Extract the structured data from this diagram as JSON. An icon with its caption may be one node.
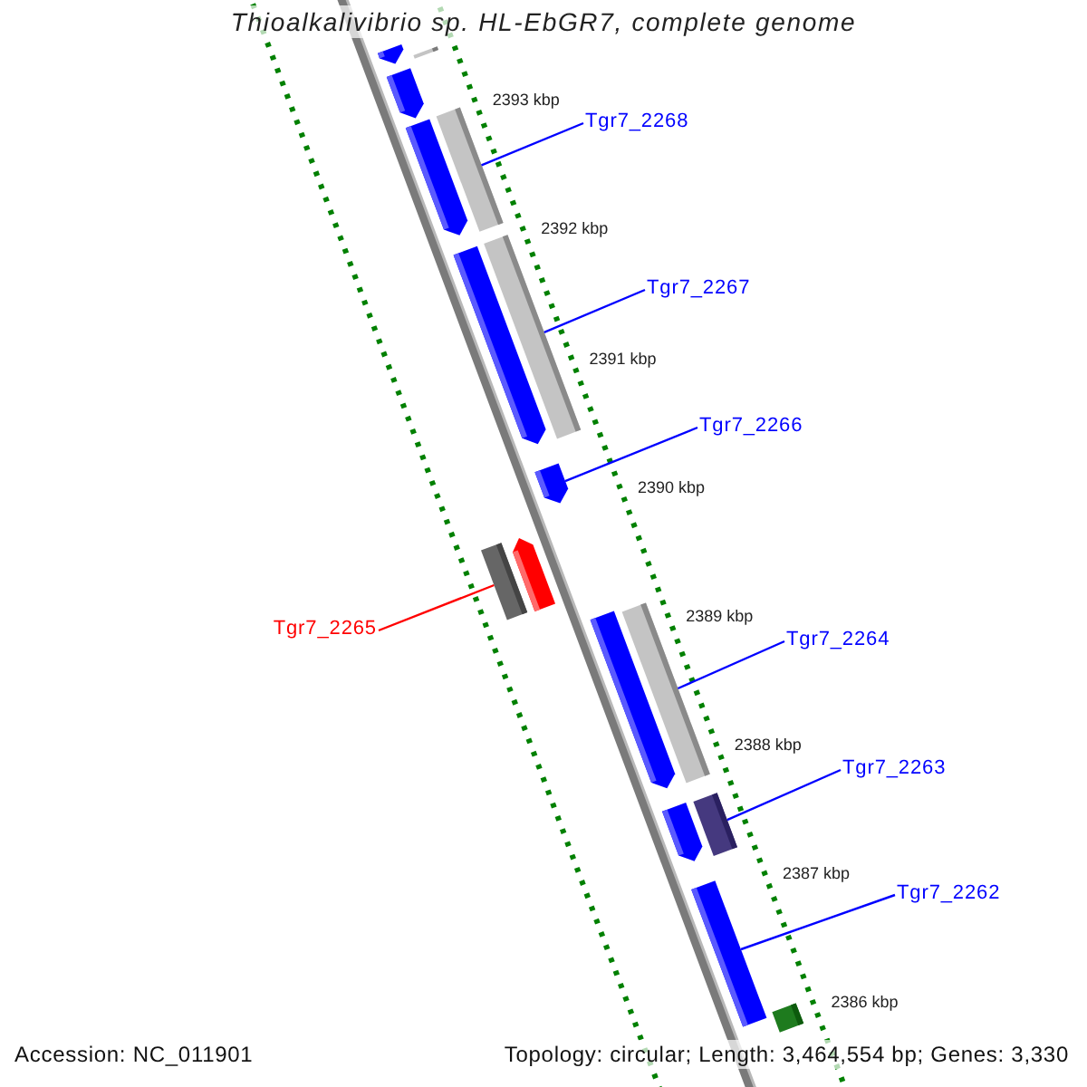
{
  "diagram": {
    "title": "Thioalkalivibrio sp. HL-EbGR7, complete genome",
    "nodes": [
      {
        "text": [
          "Tgr7_2268"
        ]
      },
      {
        "text": [
          "Tgr7_2267"
        ]
      },
      {
        "text": [
          "Tgr7_2266"
        ]
      },
      {
        "text": [
          "Tgr7_2265"
        ]
      },
      {
        "text": [
          "Tgr7_2264"
        ]
      },
      {
        "text": [
          "Tgr7_2263"
        ]
      },
      {
        "text": [
          "Tgr7_2262"
        ]
      },
      {
        "text": [],
        "shape": "pentagon"
      },
      {
        "text": [],
        "shape": "bar"
      },
      {
        "text": [],
        "shape": "pentagon"
      },
      {
        "text": [],
        "shape": "pentagon"
      },
      {
        "text": [],
        "shape": "bar"
      },
      {
        "text": [],
        "shape": "pentagon"
      },
      {
        "text": [],
        "shape": "bar"
      },
      {
        "text": [],
        "shape": "pentagon"
      },
      {
        "text": [],
        "shape": "bar"
      },
      {
        "text": [],
        "shape": "pentagon"
      },
      {
        "text": [],
        "shape": "pentagon"
      },
      {
        "text": [],
        "shape": "bar"
      },
      {
        "text": [],
        "shape": "pentagon"
      },
      {
        "text": [],
        "shape": "bar"
      },
      {
        "text": [],
        "shape": "pentagon"
      },
      {
        "text": [],
        "shape": "bar"
      }
    ],
    "edges": [
      {
        "from": 0,
        "to": 11,
        "arrow": "none"
      },
      {
        "from": 1,
        "to": 13,
        "arrow": "none"
      },
      {
        "from": 2,
        "to": 14,
        "arrow": "none"
      },
      {
        "from": 3,
        "to": 15,
        "arrow": "none",
        "color": "#ff0000"
      },
      {
        "from": 4,
        "to": 18,
        "arrow": "none"
      },
      {
        "from": 5,
        "to": 20,
        "arrow": "none"
      },
      {
        "from": 6,
        "to": 21,
        "arrow": "none"
      }
    ],
    "labels": [
      "2393 kbp",
      "2392 kbp",
      "2391 kbp",
      "2390 kbp",
      "2389 kbp",
      "2388 kbp",
      "2387 kbp",
      "2386 kbp",
      "Accession: NC_011901",
      "Topology: circular; Length: 3,464,554 bp; Genes: 3,330"
    ]
  }
}
